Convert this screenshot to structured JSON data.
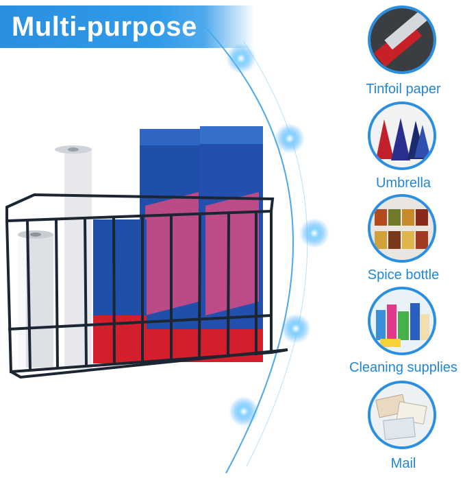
{
  "banner": {
    "title": "Multi-purpose"
  },
  "uses": [
    {
      "label": "Tinfoil paper",
      "icon": "tinfoil-roll-icon"
    },
    {
      "label": "Umbrella",
      "icon": "umbrella-icon"
    },
    {
      "label": "Spice bottle",
      "icon": "spice-jars-icon"
    },
    {
      "label": "Cleaning supplies",
      "icon": "cleaning-bottles-icon"
    },
    {
      "label": "Mail",
      "icon": "mail-envelopes-icon"
    }
  ],
  "colors": {
    "accent": "#2a8fe0",
    "label": "#1f86d6",
    "basket": "#1c2633",
    "box": "#1f4fa8",
    "box_red": "#d21f2b"
  }
}
